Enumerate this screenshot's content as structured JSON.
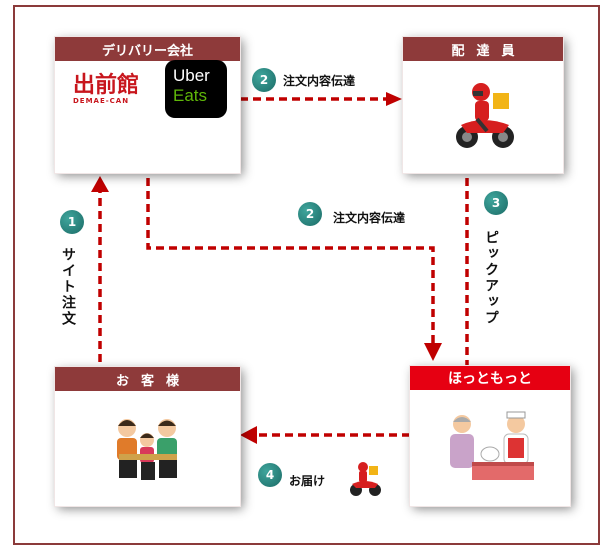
{
  "nodes": {
    "delivery_company": {
      "title": "デリバリー会社"
    },
    "delivery_person": {
      "title": "配達員"
    },
    "customer": {
      "title": "お客様"
    },
    "hottomotto": {
      "title": "ほっともっと"
    }
  },
  "logos": {
    "demae_can": {
      "big": "出前館",
      "small": "DEMAE-CAN"
    },
    "uber_eats": {
      "line1": "Uber",
      "line2": "Eats"
    }
  },
  "steps": [
    {
      "num": "1",
      "label": "サイト注文"
    },
    {
      "num": "2",
      "label": "注文内容伝達"
    },
    {
      "num": "2",
      "label": "注文内容伝達"
    },
    {
      "num": "3",
      "label": "ピックアップ"
    },
    {
      "num": "4",
      "label": "お届け"
    }
  ],
  "colors": {
    "arrow": "#c00000",
    "header_dark": "#8e3a3a",
    "header_red": "#e60012",
    "step_circle": "#1b6b66"
  }
}
